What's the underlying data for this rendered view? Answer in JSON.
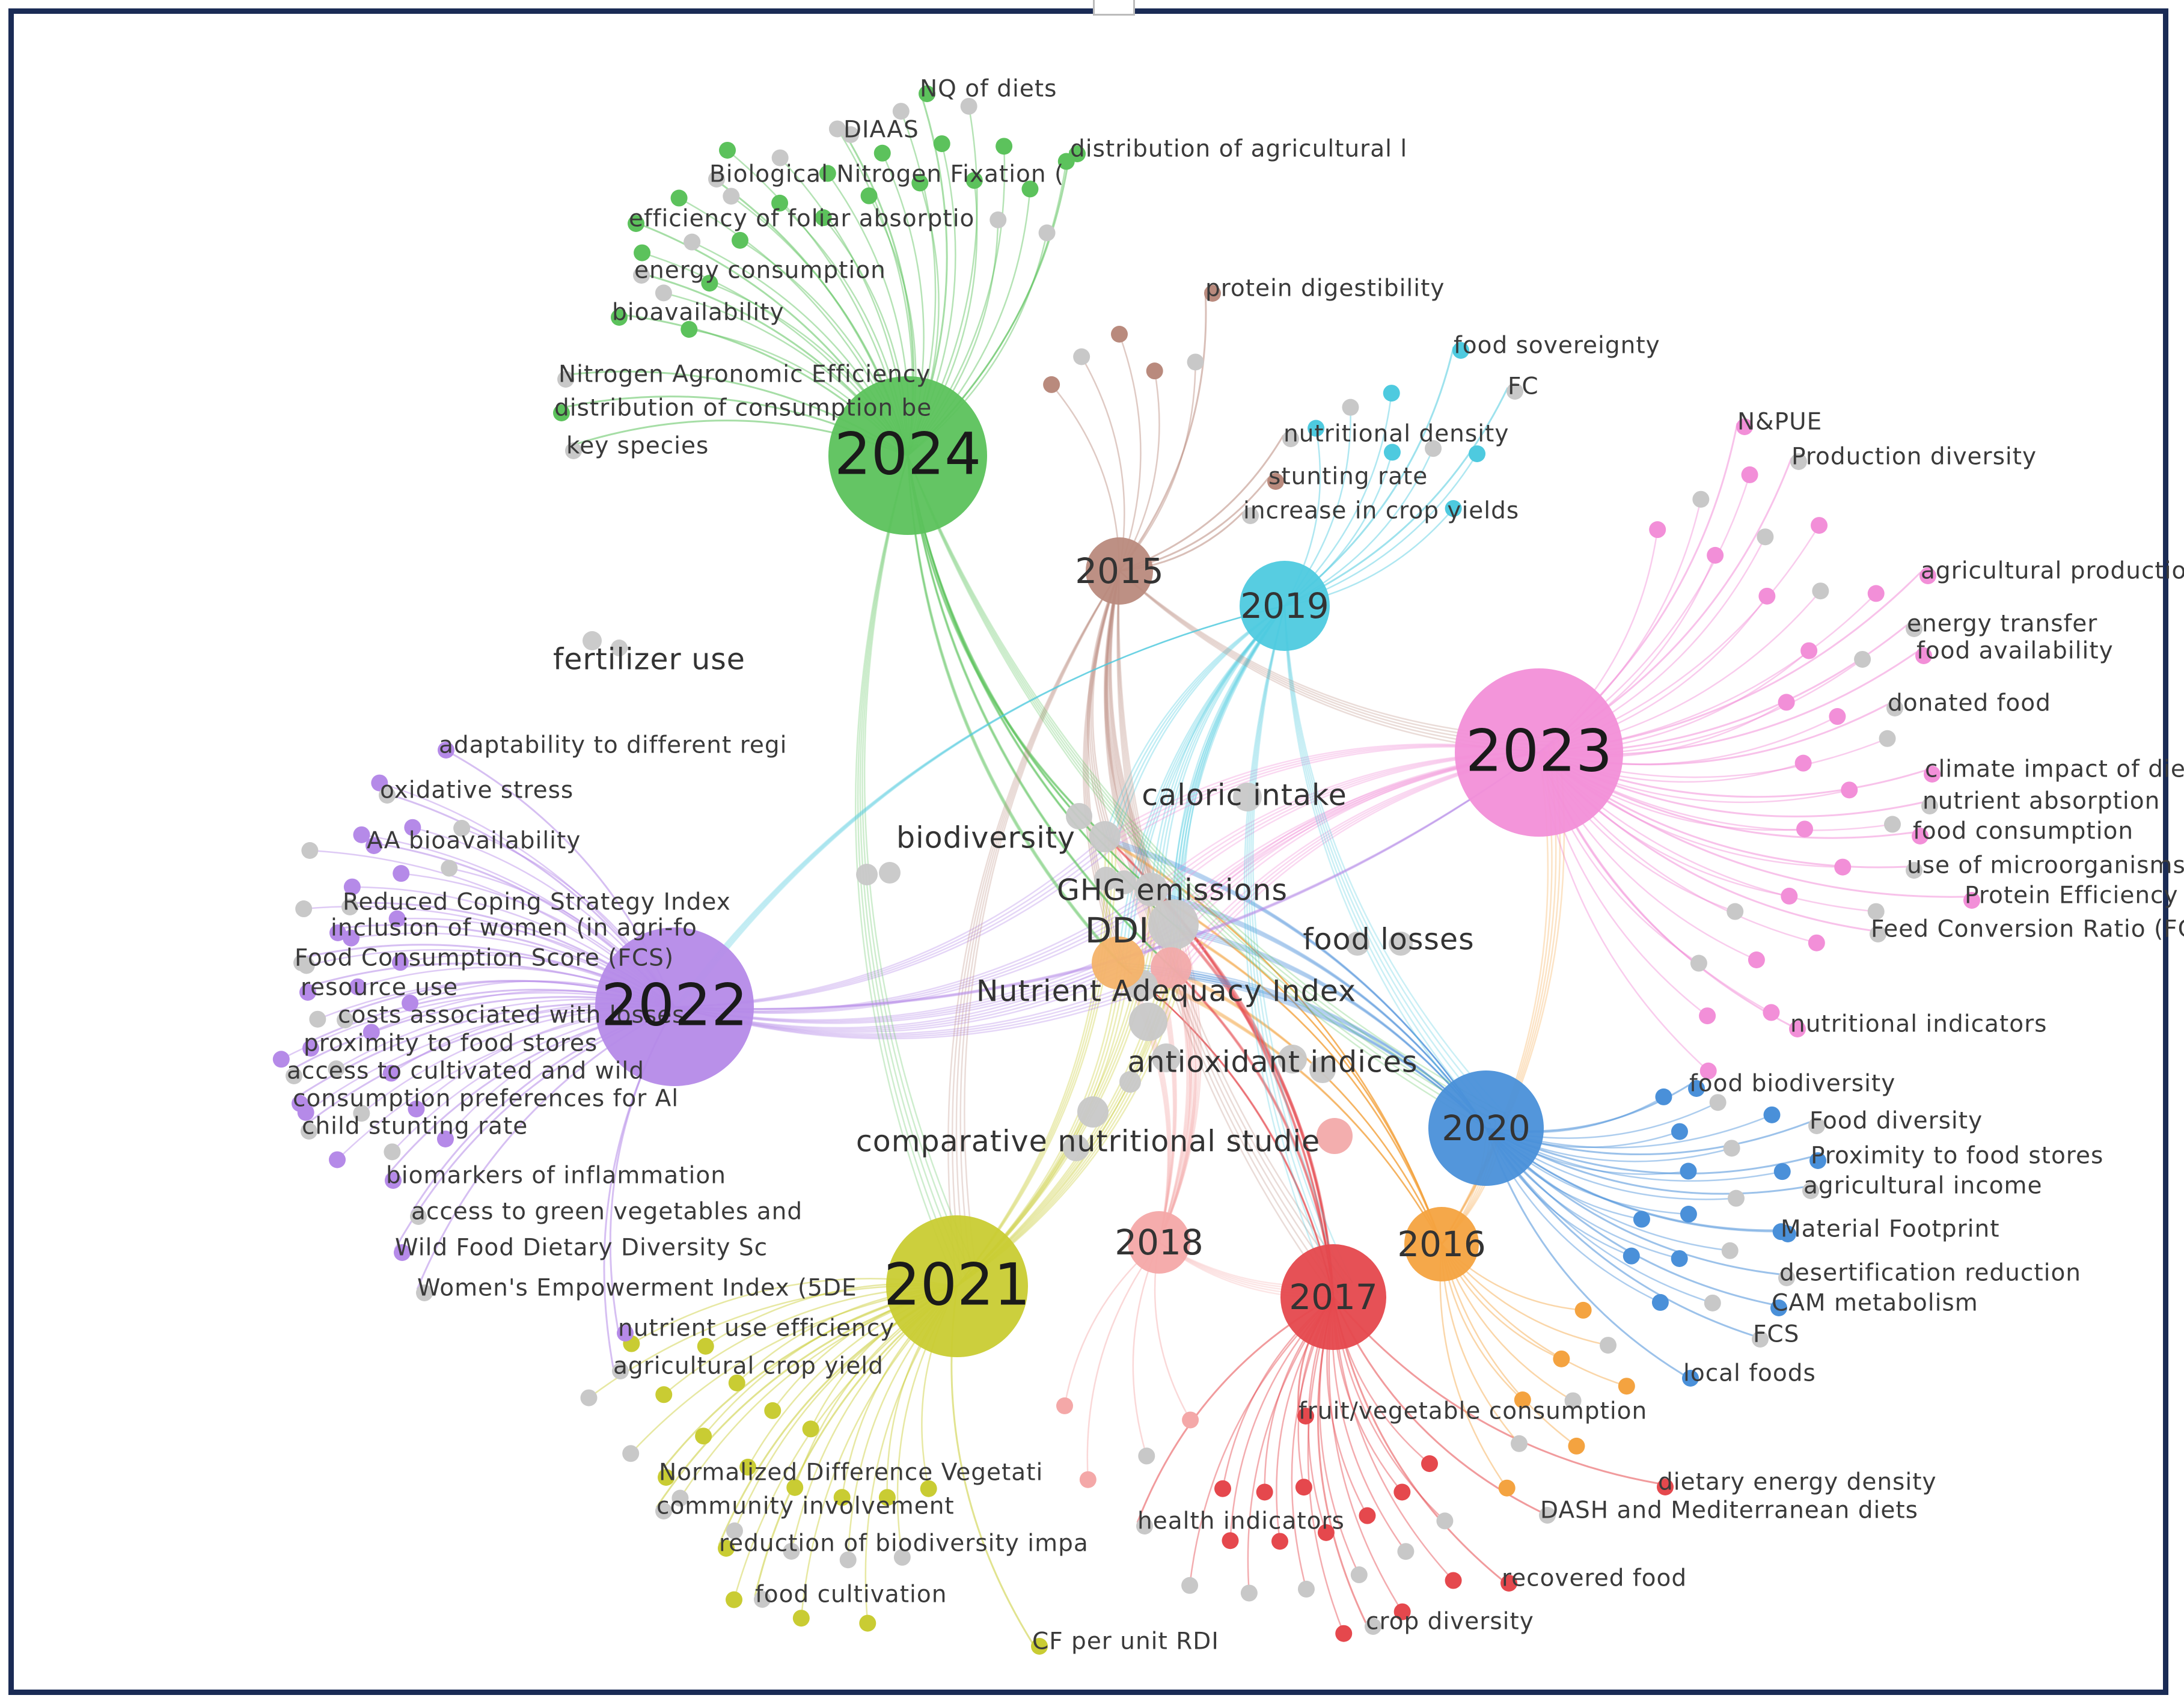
{
  "colors": {
    "2015": "#b98a7d",
    "2016": "#f4a340",
    "2017": "#e5484d",
    "2018": "#f4a8a8",
    "2019": "#4ecadf",
    "2020": "#4a90d9",
    "2021": "#c9cc33",
    "2022": "#b58ae8",
    "2023": "#f28fd8",
    "2024": "#5cc25c",
    "gray": "#c8c8c8"
  },
  "hubs": [
    {
      "label": "2024",
      "color": "2024",
      "size": "big"
    },
    {
      "label": "2023",
      "color": "2023",
      "size": "big"
    },
    {
      "label": "2022",
      "color": "2022",
      "size": "big"
    },
    {
      "label": "2021",
      "color": "2021",
      "size": "big"
    },
    {
      "label": "2020",
      "color": "2020",
      "size": "med"
    },
    {
      "label": "2019",
      "color": "2019",
      "size": "med"
    },
    {
      "label": "2017",
      "color": "2017",
      "size": "med"
    },
    {
      "label": "2016",
      "color": "2016",
      "size": "small"
    },
    {
      "label": "2015",
      "color": "2015",
      "size": "small"
    },
    {
      "label": "2018",
      "color": "2018",
      "size": "small"
    }
  ],
  "center_labels": [
    "biodiversity",
    "GHG emissions",
    "DDI",
    "Nutrient Adequacy Index",
    "caloric intake",
    "comparative nutritional studie",
    "antioxidant indices",
    "food losses",
    "fertilizer use"
  ],
  "terms": {
    "2024": [
      "NQ of diets",
      "DIAAS",
      "distribution of agricultural l",
      "Biological Nitrogen Fixation (",
      "efficiency of foliar absorptio",
      "energy consumption",
      "bioavailability",
      "Nitrogen Agronomic Efficiency",
      "distribution of consumption be",
      "key species"
    ],
    "2015": [
      "protein digestibility",
      "nutritional density",
      "stunting rate",
      "increase in crop yields"
    ],
    "2019": [
      "food sovereignty",
      "FC"
    ],
    "2023": [
      "N&PUE",
      "Production diversity",
      "agricultural production divers",
      "energy transfer",
      "food availability",
      "donated food",
      "climate impact of diet",
      "nutrient absorption",
      "food consumption",
      "use of microorganisms",
      "Protein Efficiency Ratio (PER)",
      "Feed Conversion Ratio (FCR)",
      "nutritional indicators"
    ],
    "2022": [
      "adaptability to different regi",
      "oxidative stress",
      "AA bioavailability",
      "Reduced Coping Strategy Index",
      "inclusion of women (in agri-fo",
      "Food Consumption Score (FCS)",
      "resource use",
      "costs associated with losses",
      "proximity to food stores",
      "access to cultivated and wild",
      "consumption preferences for Al",
      "child stunting rate",
      "biomarkers of inflammation",
      "access to green vegetables and",
      "Wild Food Dietary Diversity Sc",
      "Women's Empowerment Index (5DE",
      "nutrient use efficiency",
      "agricultural crop yield"
    ],
    "2020": [
      "food biodiversity",
      "Food diversity",
      "Proximity to food stores",
      "agricultural income",
      "Material Footprint",
      "desertification reduction",
      "CAM metabolism",
      "FCS",
      "local foods"
    ],
    "2021": [
      "Normalized Difference Vegetati",
      "community involvement",
      "reduction of biodiversity impa",
      "food cultivation",
      "CF per unit RDI"
    ],
    "2017": [
      "fruit/vegetable consumption",
      "health indicators",
      "dietary energy density",
      "DASH and Mediterranean diets",
      "recovered food",
      "crop diversity"
    ]
  }
}
